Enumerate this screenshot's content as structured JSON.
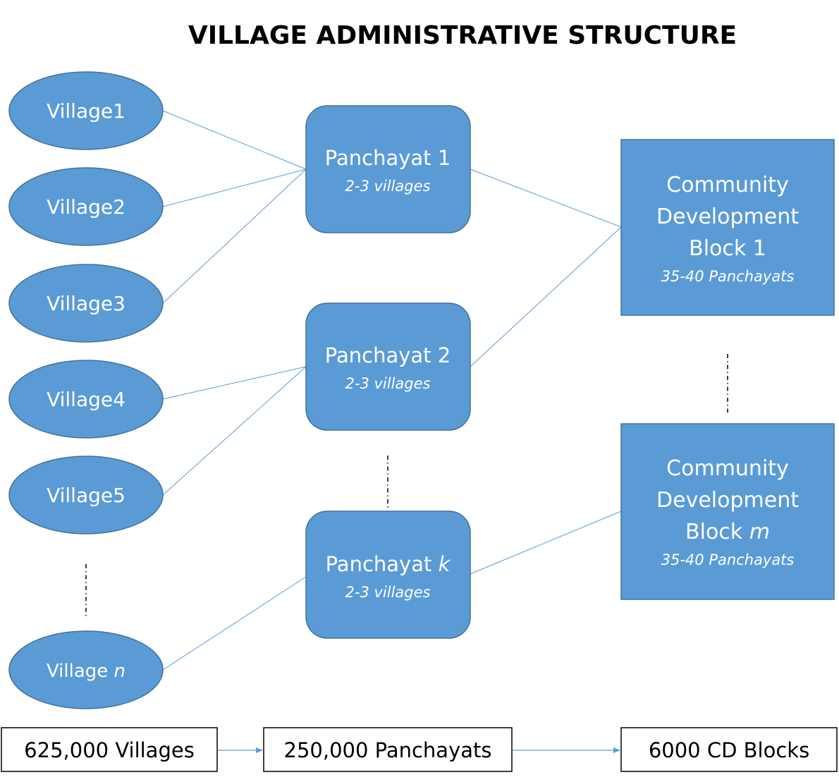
{
  "title": "VILLAGE ADMINISTRATIVE STRUCTURE",
  "villages": [
    {
      "label": "Village1"
    },
    {
      "label": "Village2"
    },
    {
      "label": "Village3"
    },
    {
      "label": "Village4"
    },
    {
      "label": "Village5"
    },
    {
      "label": "Village ",
      "italic_suffix": "n"
    }
  ],
  "panchayats": [
    {
      "label": "Panchayat 1",
      "italic_suffix": "",
      "sub": "2-3 villages"
    },
    {
      "label": "Panchayat 2",
      "italic_suffix": "",
      "sub": "2-3 villages"
    },
    {
      "label": "Panchayat ",
      "italic_suffix": "k",
      "sub": "2-3 villages"
    }
  ],
  "blocks": [
    {
      "line1": "Community",
      "line2": "Development",
      "line3": "Block 1",
      "italic_suffix": "",
      "sub": "35-40 Panchayats"
    },
    {
      "line1": "Community",
      "line2": "Development",
      "line3": "Block ",
      "italic_suffix": "m",
      "sub": "35-40 Panchayats"
    }
  ],
  "counts": {
    "villages": "625,000 Villages",
    "panchayats": "250,000 Panchayats",
    "blocks": "6000 CD Blocks"
  },
  "colors": {
    "node_fill": "#5b9bd5",
    "node_stroke": "#41719c",
    "connector": "#5b9bd5",
    "text_on_node": "#ffffff"
  }
}
